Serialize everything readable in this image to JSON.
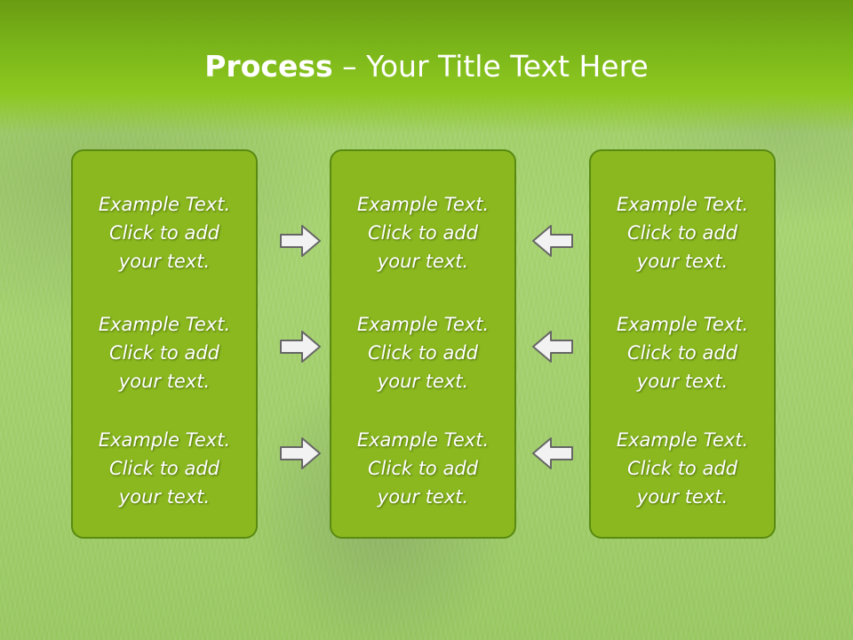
{
  "slide": {
    "title_bold": "Process",
    "title_rest": " – Your Title Text Here"
  },
  "columns": {
    "left": [
      {
        "line1": "Example Text.",
        "line2": "Click  to add",
        "line3": "your text."
      },
      {
        "line1": "Example Text.",
        "line2": "Click  to add",
        "line3": "your text."
      },
      {
        "line1": "Example Text.",
        "line2": "Click  to add",
        "line3": "your text."
      }
    ],
    "center": [
      {
        "line1": "Example Text.",
        "line2": "Click  to add",
        "line3": "your text."
      },
      {
        "line1": "Example Text.",
        "line2": "Click  to add",
        "line3": "your text."
      },
      {
        "line1": "Example Text.",
        "line2": "Click  to add",
        "line3": "your text."
      }
    ],
    "right": [
      {
        "line1": "Example Text.",
        "line2": "Click  to add",
        "line3": "your text."
      },
      {
        "line1": "Example Text.",
        "line2": "Click  to add",
        "line3": "your text."
      },
      {
        "line1": "Example Text.",
        "line2": "Click  to add",
        "line3": "your text."
      }
    ]
  },
  "arrows": {
    "left_group": [
      "arrow-right-icon",
      "arrow-right-icon",
      "arrow-right-icon"
    ],
    "right_group": [
      "arrow-left-icon",
      "arrow-left-icon",
      "arrow-left-icon"
    ]
  },
  "colors": {
    "title_band": "#7ab51a",
    "panel_fill": "#8ab81e",
    "panel_border": "#5a8a12",
    "text": "#ffffff",
    "arrow_fill": "#f2f2f2",
    "arrow_stroke": "#666666"
  }
}
